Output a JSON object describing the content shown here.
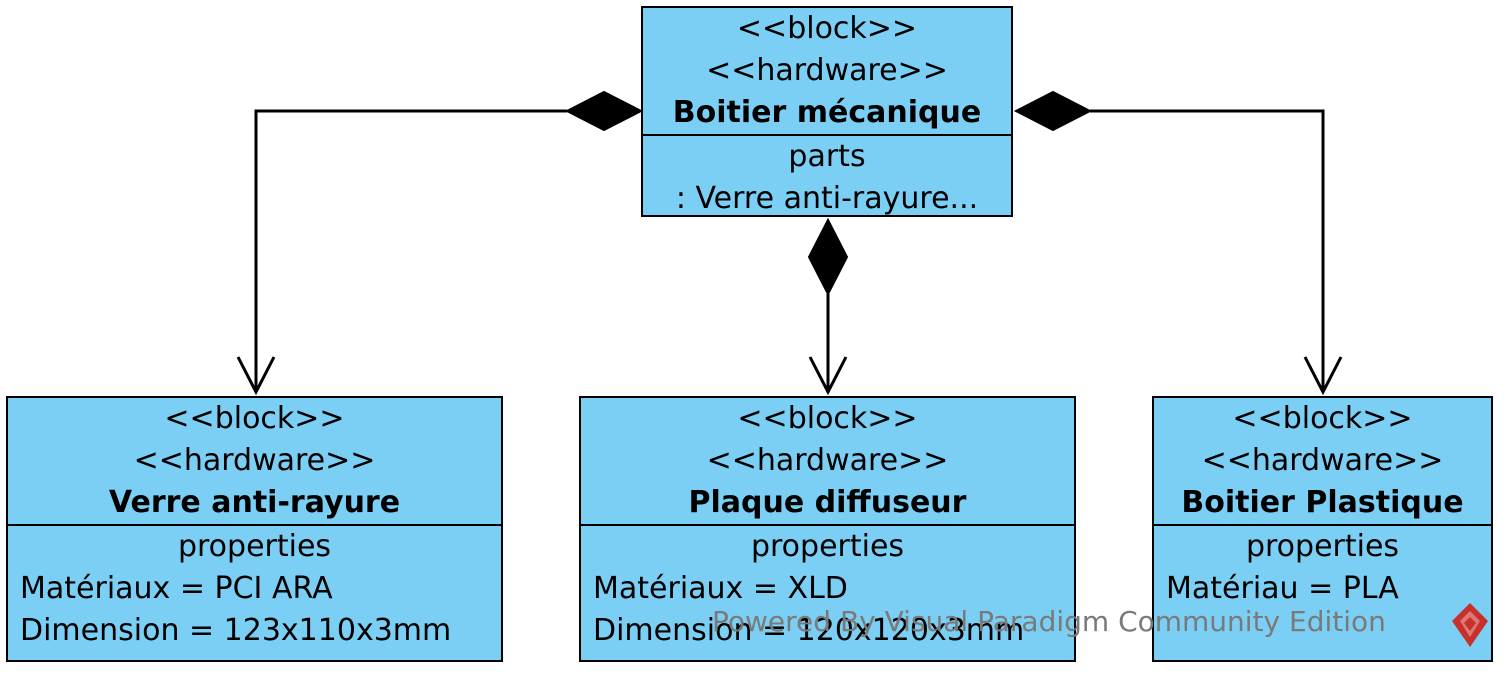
{
  "colors": {
    "block_fill": "#7bcff5",
    "border": "#000000",
    "watermark": "#7a7a7a",
    "logo": "#c9302c"
  },
  "top_block": {
    "stereotypes": [
      "<<block>>",
      "<<hardware>>"
    ],
    "name": "Boitier mécanique",
    "compartment_title": "parts",
    "parts": [
      ": Verre anti-rayure..."
    ]
  },
  "blocks": [
    {
      "stereotypes": [
        "<<block>>",
        "<<hardware>>"
      ],
      "name": "Verre anti-rayure",
      "compartment_title": "properties",
      "properties": [
        "Matériaux = PCI ARA",
        "Dimension = 123x110x3mm"
      ]
    },
    {
      "stereotypes": [
        "<<block>>",
        "<<hardware>>"
      ],
      "name": "Plaque diffuseur",
      "compartment_title": "properties",
      "properties": [
        "Matériaux = XLD",
        "Dimension = 120x120x3mm"
      ]
    },
    {
      "stereotypes": [
        "<<block>>",
        "<<hardware>>"
      ],
      "name": "Boitier Plastique",
      "compartment_title": "properties",
      "properties": [
        "Matériau = PLA"
      ]
    }
  ],
  "relations": [
    {
      "type": "composition",
      "from": "Boitier mécanique",
      "to": "Verre anti-rayure"
    },
    {
      "type": "composition",
      "from": "Boitier mécanique",
      "to": "Plaque diffuseur"
    },
    {
      "type": "composition",
      "from": "Boitier mécanique",
      "to": "Boitier Plastique"
    }
  ],
  "watermark": {
    "text": "Powered By Visual Paradigm Community Edition",
    "icon": "visual-paradigm-logo-icon"
  }
}
